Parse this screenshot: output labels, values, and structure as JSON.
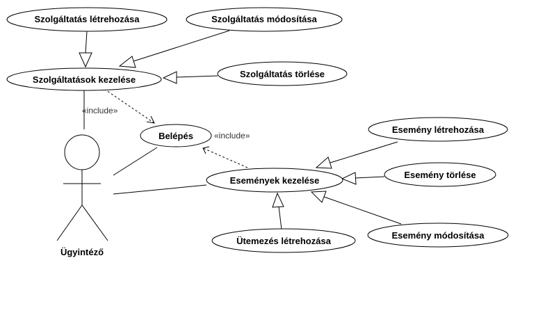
{
  "actor": {
    "name": "Ügyintéző"
  },
  "use_cases": {
    "szolg_letrehozasa": "Szolgáltatás létrehozása",
    "szolg_modositasa": "Szolgáltatás módosítása",
    "szolg_kezelese": "Szolgáltatások kezelése",
    "szolg_torlese": "Szolgáltatás törlése",
    "belepes": "Belépés",
    "esemeny_letrehozasa": "Esemény létrehozása",
    "esemeny_torlese": "Esemény törlése",
    "esemenyek_kezelese": "Események kezelése",
    "utemezes_letrehozasa": "Ütemezés létrehozása",
    "esemeny_modositasa": "Esemény módosítása"
  },
  "stereotypes": {
    "include_1": "«include»",
    "include_2": "«include»"
  }
}
